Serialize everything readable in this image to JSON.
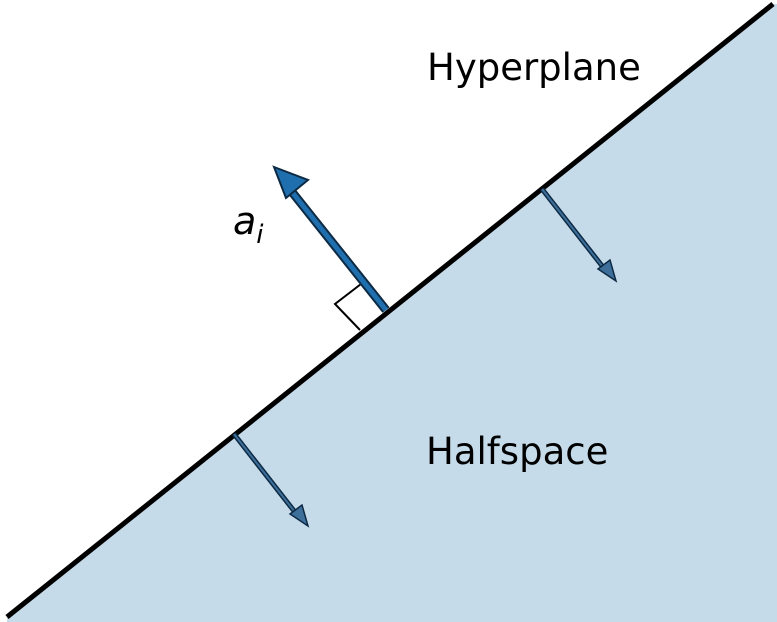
{
  "labels": {
    "hyperplane": "Hyperplane",
    "halfspace": "Halfspace",
    "normal_vector": "a",
    "normal_vector_subscript": "i"
  },
  "colors": {
    "halfspace_fill": "#c6dbea",
    "boundary_line": "#000000",
    "normal_arrow": "#1f6fae",
    "inward_arrows": "#3d6f9a",
    "arrow_outline": "#0d2a44"
  }
}
